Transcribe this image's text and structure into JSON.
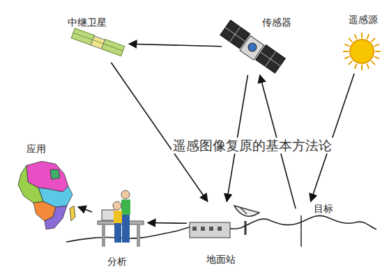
{
  "diagram": {
    "nodes": [
      {
        "text": [
          "中继卫星"
        ]
      },
      {
        "text": [
          "传感器"
        ]
      },
      {
        "text": [
          "遥感源"
        ]
      },
      {
        "text": [
          "应用"
        ]
      },
      {
        "text": [
          "分析"
        ]
      },
      {
        "text": [
          "地面站"
        ]
      },
      {
        "text": [
          "目标"
        ]
      }
    ],
    "edges": [
      {
        "from": 2,
        "to": 6,
        "arrow": "to"
      },
      {
        "from": 6,
        "to": 1,
        "arrow": "to"
      },
      {
        "from": 1,
        "to": 0,
        "arrow": "to"
      },
      {
        "from": 1,
        "to": 5,
        "arrow": "to"
      },
      {
        "from": 0,
        "to": 5,
        "arrow": "to"
      },
      {
        "from": 5,
        "to": 4,
        "arrow": "to"
      },
      {
        "from": 4,
        "to": 3,
        "arrow": "to"
      }
    ],
    "labels": [
      "遥感图像复原的基本方法论"
    ]
  }
}
